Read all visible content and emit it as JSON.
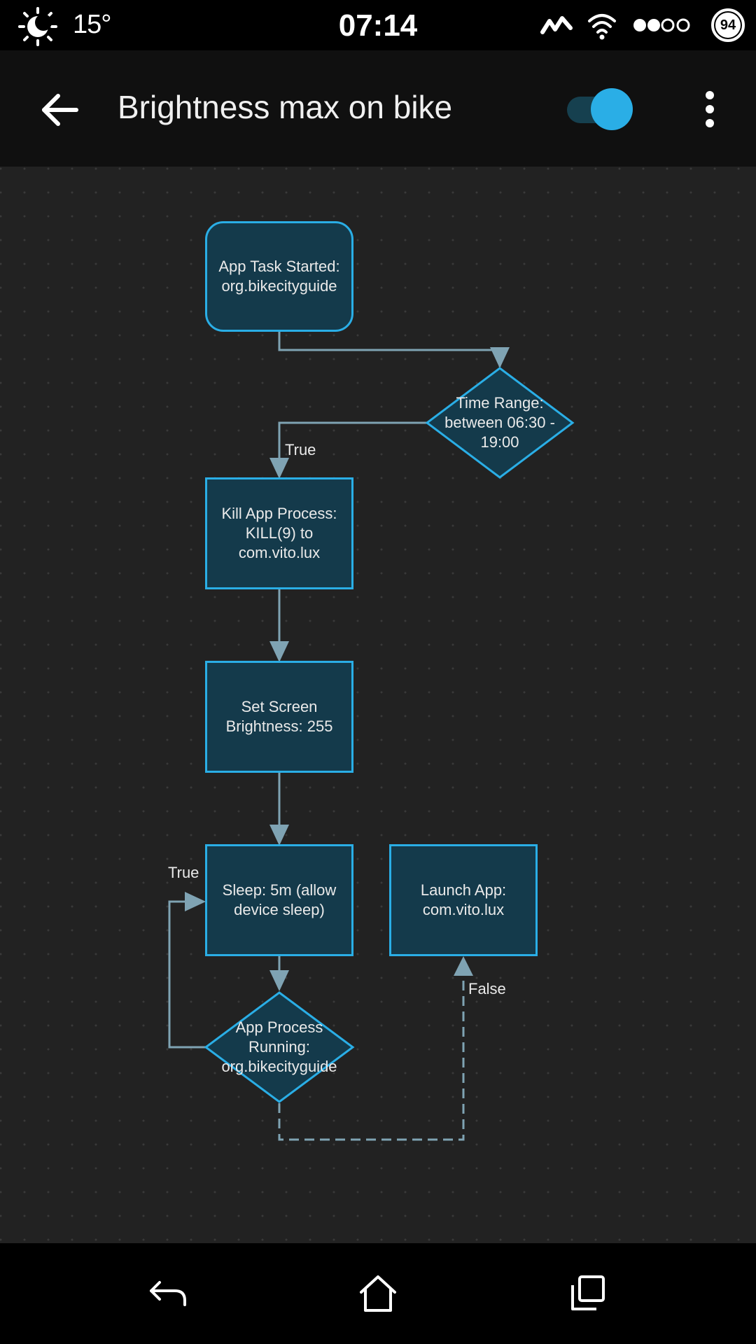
{
  "status_bar": {
    "temperature": "15°",
    "time": "07:14",
    "battery": "94",
    "icons": [
      "weather-night-icon",
      "activity-icon",
      "wifi-icon",
      "signal-dots-icon",
      "battery-icon"
    ]
  },
  "app_bar": {
    "title": "Brightness max on bike",
    "toggle_on": true,
    "icons": [
      "back-arrow-icon",
      "more-vertical-icon"
    ]
  },
  "flow": {
    "trigger": "App Task Started: org.bikecityguide",
    "time_range": "Time Range: between 06:30 - 19:00",
    "kill_app": "Kill App Process: KILL(9) to com.vito.lux",
    "set_brightness": "Set Screen Brightness: 255",
    "sleep": "Sleep: 5m (allow device sleep)",
    "launch_app": "Launch App: com.vito.lux",
    "app_running": "App Process Running: org.bikecityguide",
    "label_true_1": "True",
    "label_true_2": "True",
    "label_false": "False"
  },
  "colors": {
    "node_fill": "#143a4b",
    "node_border": "#2aaee6",
    "edge": "#7fa3b3",
    "accent": "#2aaee6"
  },
  "nav_bar": {
    "icons": [
      "nav-back-icon",
      "nav-home-icon",
      "nav-recents-icon"
    ]
  }
}
